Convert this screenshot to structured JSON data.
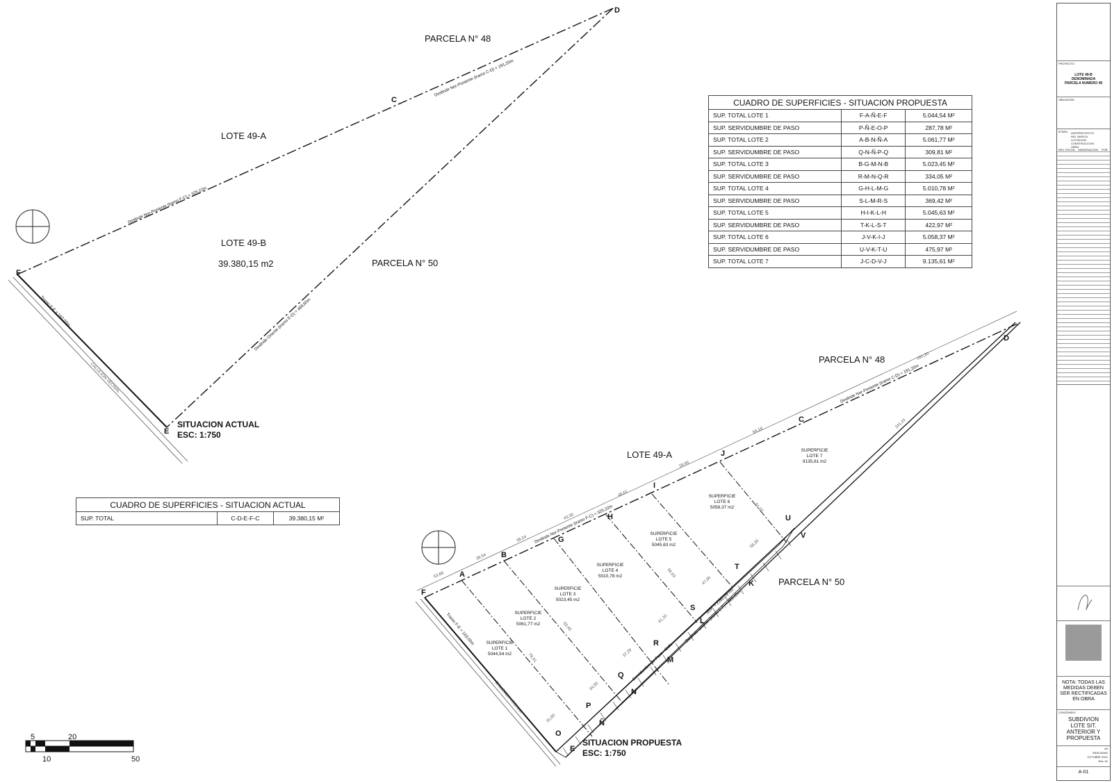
{
  "parcels": {
    "north_48": "PARCELA N° 48",
    "east_50": "PARCELA N° 50",
    "lote_49a": "LOTE 49-A",
    "lote_49b": "LOTE 49-B",
    "lote_49b_area": "39.380,15 m2"
  },
  "current": {
    "title": "SITUACION ACTUAL",
    "scale": "ESC: 1:750",
    "vertices": [
      "C",
      "D",
      "E",
      "F"
    ],
    "deslinde_np_cd": "Deslinde Nor-Poniente (tramo C-D) = 191,20m",
    "deslinde_np_fc": "Deslinde Nor-Poniente (tramo F-C) = 325,22m",
    "deslinde_or_ed": "Deslinde Oriente (tramo E-D) = 489,65m",
    "tramo_fe": "Tramo F-E = 163,00m",
    "road": "CALLEJON VECINAL"
  },
  "proposed": {
    "title": "SITUACION PROPUESTA",
    "scale": "ESC: 1:750",
    "lote_49a": "LOTE 49-A",
    "north_48": "PARCELA N° 48",
    "east_50": "PARCELA N° 50",
    "deslinde_np_cd": "Deslinde Nor-Poniente (tramo C-D) = 191,20m",
    "deslinde_np_fc": "Deslinde Nor-Poniente (tramo F-C) = 325,22m",
    "deslinde_or_ef": "Deslinde Oriente (tramo E-F) = 489,65m",
    "tramo_fe": "Tramo F-E = 163,00m",
    "road": "CALLEJON VECINAL",
    "servidumbre": "Servidumbre de Paso - Calle",
    "servidumbre_sup": "SUP. = 2260,09 m2",
    "edge_dims": [
      "53,68",
      "26,54",
      "38,24",
      "43,30",
      "48,61",
      "28,99",
      "84,18",
      "191,20",
      "241,41",
      "51,07",
      "58,30",
      "47,00",
      "41,10",
      "37,29",
      "34,50",
      "31,60",
      "79,41",
      "53,45",
      "56,63"
    ],
    "lots": [
      {
        "name": "SUPERFICIE",
        "lot": "LOTE 1",
        "area": "5044,54 m2"
      },
      {
        "name": "SUPERFICIE",
        "lot": "LOTE 2",
        "area": "5061,77 m2"
      },
      {
        "name": "SUPERFICIE",
        "lot": "LOTE 3",
        "area": "5023,45 m2"
      },
      {
        "name": "SUPERFICIE",
        "lot": "LOTE 4",
        "area": "5010,78 m2"
      },
      {
        "name": "SUPERFICIE",
        "lot": "LOTE 5",
        "area": "5045,63 m2"
      },
      {
        "name": "SUPERFICIE",
        "lot": "LOTE 6",
        "area": "5058,37 m2"
      },
      {
        "name": "SUPERFICIE",
        "lot": "LOTE 7",
        "area": "9135,61 m2"
      }
    ],
    "points": [
      "A",
      "B",
      "G",
      "H",
      "I",
      "J",
      "C",
      "D",
      "U",
      "V",
      "T",
      "K",
      "S",
      "L",
      "R",
      "M",
      "Q",
      "N",
      "P",
      "Ñ",
      "O",
      "E",
      "F"
    ]
  },
  "table_proposed": {
    "title": "CUADRO DE SUPERFICIES - SITUACION PROPUESTA",
    "rows": [
      [
        "SUP. TOTAL LOTE 1",
        "F-A-Ñ-E-F",
        "5.044,54 M²"
      ],
      [
        "SUP. SERVIDUMBRE DE PASO",
        "P-Ñ-E-O-P",
        "287,78 M²"
      ],
      [
        "SUP. TOTAL LOTE 2",
        "A-B-N-Ñ-A",
        "5.061,77 M²"
      ],
      [
        "SUP. SERVIDUMBRE DE PASO",
        "Q-N-Ñ-P-Q",
        "309,81 M²"
      ],
      [
        "SUP. TOTAL LOTE 3",
        "B-G-M-N-B",
        "5.023,45 M²"
      ],
      [
        "SUP. SERVIDUMBRE DE PASO",
        "R-M-N-Q-R",
        "334,05 M²"
      ],
      [
        "SUP. TOTAL LOTE 4",
        "G-H-L-M-G",
        "5.010,78 M²"
      ],
      [
        "SUP. SERVIDUMBRE DE PASO",
        "S-L-M-R-S",
        "369,42 M²"
      ],
      [
        "SUP. TOTAL LOTE 5",
        "H-I-K-L-H",
        "5.045,63 M²"
      ],
      [
        "SUP. SERVIDUMBRE DE PASO",
        "T-K-L-S-T",
        "422,97 M²"
      ],
      [
        "SUP. TOTAL LOTE 6",
        "J-V-K-I-J",
        "5.058,37 M²"
      ],
      [
        "SUP. SERVIDUMBRE DE PASO",
        "U-V-K-T-U",
        "475,97 M²"
      ],
      [
        "SUP. TOTAL LOTE 7",
        "J-C-D-V-J",
        "9.135,61 M²"
      ]
    ]
  },
  "table_current": {
    "title": "CUADRO DE SUPERFICIES - SITUACION ACTUAL",
    "rows": [
      [
        "SUP. TOTAL",
        "C-D-E-F-C",
        "39.380,15 M²"
      ]
    ]
  },
  "scale_bar": {
    "top": [
      "5",
      "20"
    ],
    "bottom": [
      "10",
      "50"
    ]
  },
  "title_block": {
    "project_label": "PROYECTO:",
    "project": "LOTE 49-B DENOMINADA PARCELA NUMERO 49",
    "location_label": "UBICACION:",
    "stage_label": "ETAPA:",
    "stages": [
      "ANTEPROYECTO",
      "ING. BASICA",
      "LICITACION",
      "CONSTRUCCION",
      "OBRA"
    ],
    "rev_headers": [
      "REV.",
      "FECHA",
      "OBSERVACION",
      "POR"
    ],
    "note": "NOTA: TODAS LAS MEDIDAS DEBEN SER RECTIFICADAS EN OBRA",
    "content_label": "CONTENIDO:",
    "content": "SUBDIVION LOTE SIT. ANTERIOR Y PROPUESTA",
    "sheet_size": "A3",
    "scale": "INDICADAS",
    "date": "OCTUBRE 2021",
    "rev": "Rev. 01",
    "plan": "A-01"
  }
}
